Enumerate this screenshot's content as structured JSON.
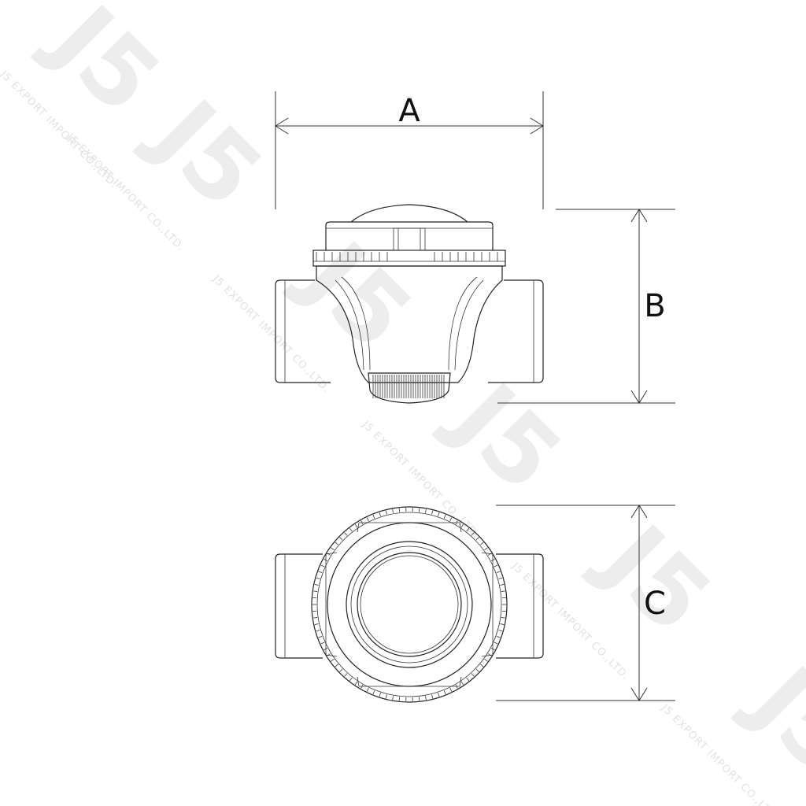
{
  "dimensions": {
    "a": "A",
    "b": "B",
    "c": "C"
  },
  "watermark": {
    "logo": "J5",
    "company": "J5 EXPORT IMPORT CO.,LTD."
  },
  "colors": {
    "line": "#222222",
    "watermark": "#e6e6e6",
    "background": "#ffffff"
  }
}
